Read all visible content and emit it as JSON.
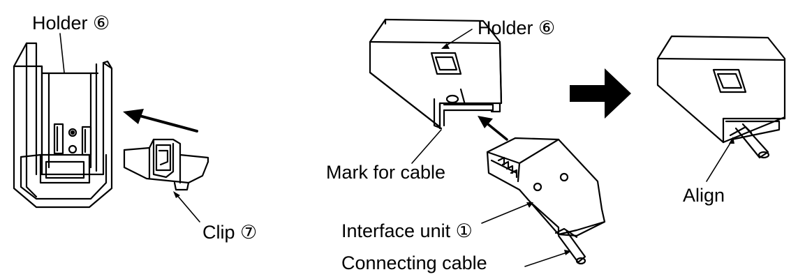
{
  "figure": {
    "left": {
      "holder_label": "Holder ⑥",
      "clip_label": "Clip ⑦"
    },
    "middle": {
      "holder_label": "Holder ⑥",
      "mark_label": "Mark for cable",
      "interface_label": "Interface unit ①",
      "cable_label": "Connecting cable"
    },
    "right": {
      "align_label": "Align"
    }
  }
}
